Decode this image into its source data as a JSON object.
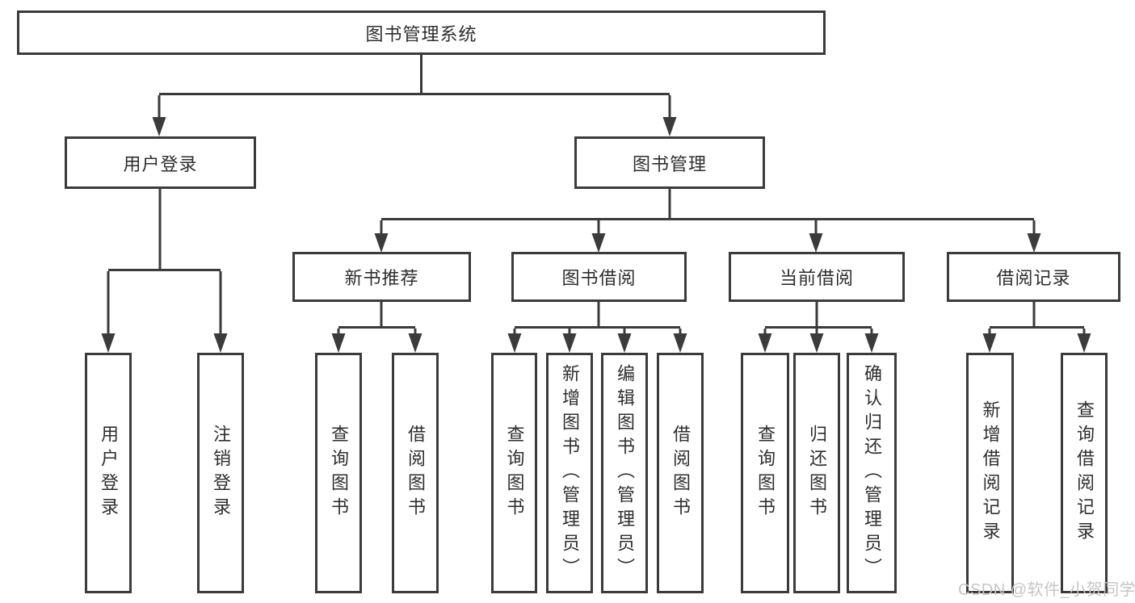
{
  "diagram": {
    "root": "图书管理系统",
    "branches": [
      {
        "label": "用户登录",
        "children": [
          "用户登录",
          "注销登录"
        ]
      },
      {
        "label": "图书管理",
        "groups": [
          {
            "label": "新书推荐",
            "children": [
              "查询图书",
              "借阅图书"
            ]
          },
          {
            "label": "图书借阅",
            "children": [
              "查询图书",
              "新增图书（管理员）",
              "编辑图书（管理员）",
              "借阅图书"
            ]
          },
          {
            "label": "当前借阅",
            "children": [
              "查询图书",
              "归还图书",
              "确认归还（管理员）"
            ]
          },
          {
            "label": "借阅记录",
            "children": [
              "新增借阅记录",
              "查询借阅记录"
            ]
          }
        ]
      }
    ]
  },
  "watermark": "CSDN @软件_小贺同学",
  "colors": {
    "line": "#3b3b3b",
    "box_border": "#3b3b3b",
    "text": "#2e2e2e",
    "watermark": "#c6c6c6",
    "background": "#ffffff"
  }
}
